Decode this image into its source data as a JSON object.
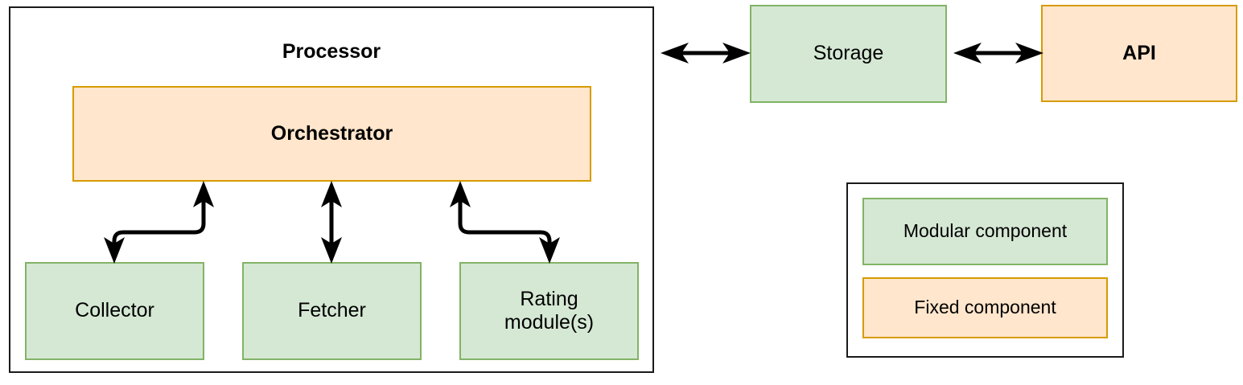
{
  "diagram": {
    "title_text": "Processor",
    "colors": {
      "modular_fill": "#d5e8d4",
      "modular_stroke": "#82b366",
      "fixed_fill": "#ffe6cc",
      "fixed_stroke": "#d79b00",
      "container_stroke": "#1a1a1a",
      "arrow_stroke": "#000000",
      "background": "#ffffff"
    },
    "processor": {
      "label": "Processor",
      "orchestrator": {
        "label": "Orchestrator",
        "type": "fixed"
      },
      "modules": [
        {
          "label": "Collector",
          "type": "modular"
        },
        {
          "label": "Fetcher",
          "type": "modular"
        },
        {
          "label": "Rating module(s)",
          "line1": "Rating",
          "line2": "module(s)",
          "type": "modular"
        }
      ]
    },
    "storage": {
      "label": "Storage",
      "type": "modular"
    },
    "api": {
      "label": "API",
      "type": "fixed"
    },
    "legend": {
      "items": [
        {
          "label": "Modular component",
          "type": "modular"
        },
        {
          "label": "Fixed component",
          "type": "fixed"
        }
      ]
    },
    "connections": [
      {
        "from": "Orchestrator",
        "to": "Collector",
        "style": "curved",
        "arrowheads": "both"
      },
      {
        "from": "Orchestrator",
        "to": "Fetcher",
        "style": "straight",
        "arrowheads": "both"
      },
      {
        "from": "Orchestrator",
        "to": "Rating module(s)",
        "style": "curved",
        "arrowheads": "both"
      },
      {
        "from": "Processor",
        "to": "Storage",
        "style": "straight",
        "arrowheads": "both"
      },
      {
        "from": "Storage",
        "to": "API",
        "style": "straight",
        "arrowheads": "both"
      }
    ]
  }
}
